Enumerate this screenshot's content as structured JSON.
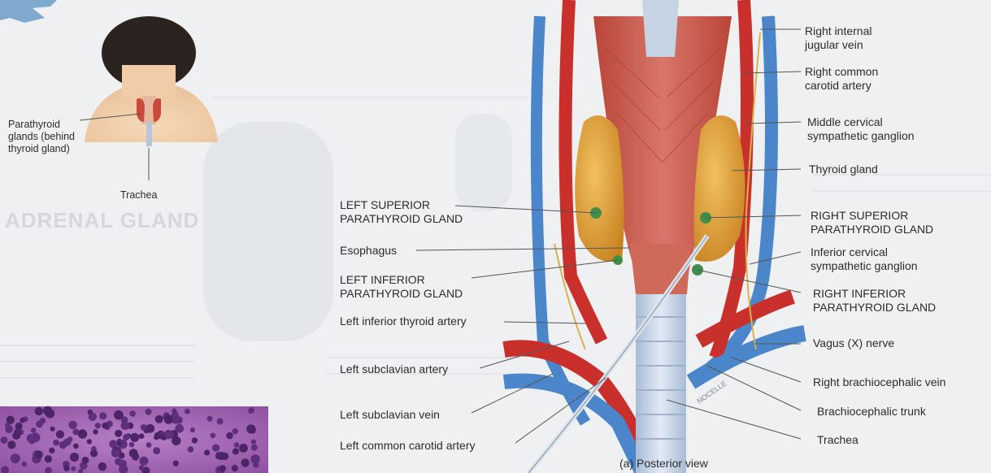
{
  "diagram": {
    "caption": "(a) Posterior view",
    "artist_signature": "NOCELLE",
    "colors": {
      "background": "#eef0f2",
      "muscle": "#c8584a",
      "thyroid": "#e0a13a",
      "parathyroid": "#3f8f4a",
      "vein": "#4a86c9",
      "artery": "#c9302c",
      "nerve": "#d8b24a",
      "trachea": "#c5d3e4"
    },
    "inset": {
      "labels": {
        "parathyroid": [
          "Parathyroid",
          "glands (behind",
          "thyroid gland)"
        ],
        "trachea": "Trachea"
      }
    },
    "left_labels": {
      "left_superior": [
        "LEFT SUPERIOR",
        "PARATHYROID GLAND"
      ],
      "esophagus": "Esophagus",
      "left_inferior": [
        "LEFT INFERIOR",
        "PARATHYROID GLAND"
      ],
      "left_inferior_thyroid_artery": "Left inferior thyroid artery",
      "left_subclavian_artery": "Left subclavian artery",
      "left_subclavian_vein": "Left subclavian vein",
      "left_common_carotid": "Left common carotid artery"
    },
    "right_labels": {
      "right_internal_jugular": [
        "Right internal",
        "jugular vein"
      ],
      "right_common_carotid": [
        "Right common",
        "carotid artery"
      ],
      "middle_cervical": [
        "Middle cervical",
        "sympathetic ganglion"
      ],
      "thyroid_gland": "Thyroid gland",
      "right_superior": [
        "RIGHT SUPERIOR",
        "PARATHYROID GLAND"
      ],
      "inferior_cervical": [
        "Inferior cervical",
        "sympathetic ganglion"
      ],
      "right_inferior": [
        "RIGHT INFERIOR",
        "PARATHYROID GLAND"
      ],
      "vagus": "Vagus (X) nerve",
      "right_brachiocephalic_vein": "Right brachiocephalic vein",
      "brachiocephalic_trunk": "Brachiocephalic trunk",
      "trachea": "Trachea"
    },
    "background_text": {
      "heading_fragment": "ADRENAL GLAND"
    }
  }
}
